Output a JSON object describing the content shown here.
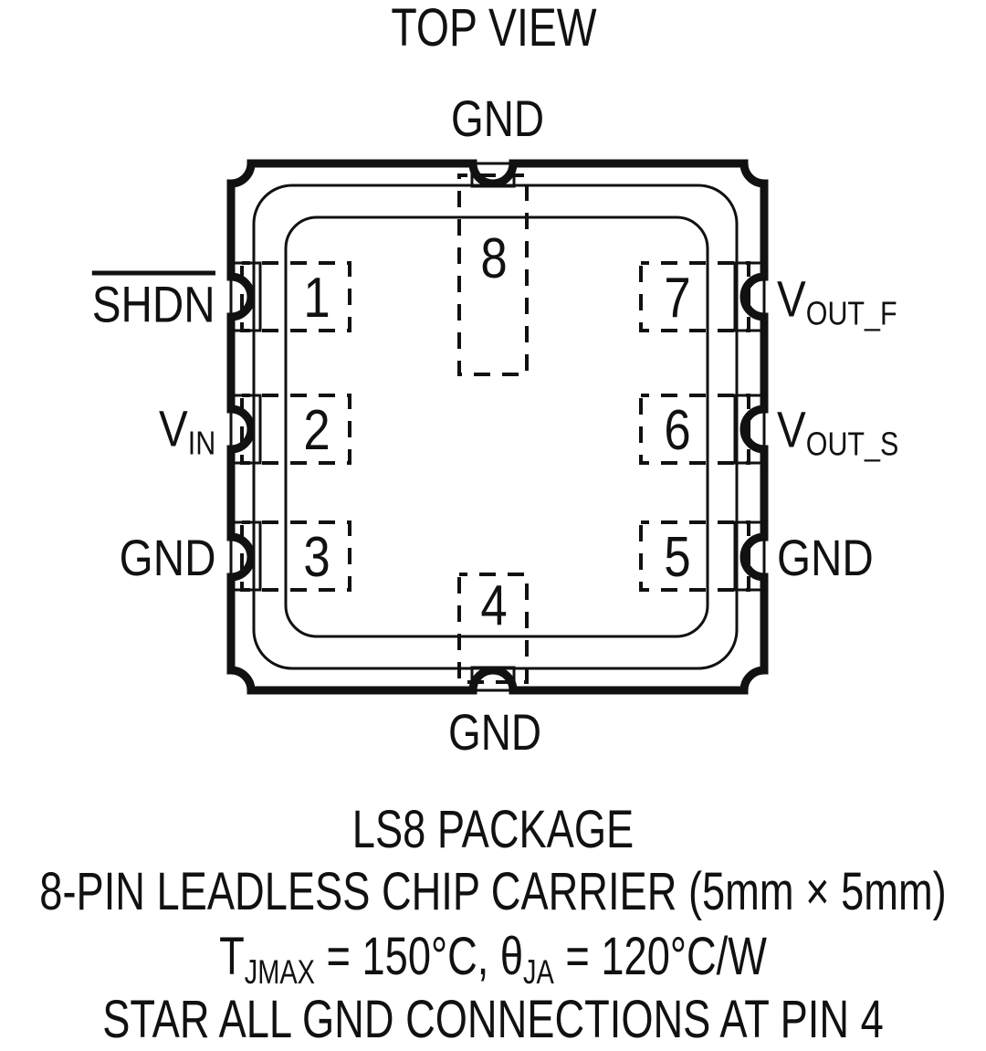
{
  "title": "TOP VIEW",
  "colors": {
    "ink": "#111111",
    "background": "#ffffff"
  },
  "package": {
    "type": "8-pin leadless chip carrier pinout, top view",
    "pins": {
      "pin1": {
        "num": "1",
        "label": "SHDN",
        "label_overline": true,
        "side": "left"
      },
      "pin2": {
        "num": "2",
        "label_main": "V",
        "label_sub": "IN",
        "side": "left"
      },
      "pin3": {
        "num": "3",
        "label": "GND",
        "side": "left"
      },
      "pin4": {
        "num": "4",
        "label": "GND",
        "side": "bottom"
      },
      "pin5": {
        "num": "5",
        "label": "GND",
        "side": "right"
      },
      "pin6": {
        "num": "6",
        "label_main": "V",
        "label_sub": "OUT_S",
        "side": "right"
      },
      "pin7": {
        "num": "7",
        "label_main": "V",
        "label_sub": "OUT_F",
        "side": "right"
      },
      "pin8": {
        "num": "8",
        "label": "GND",
        "side": "top"
      }
    }
  },
  "caption": {
    "line1": "LS8 PACKAGE",
    "line2": "8-PIN LEADLESS CHIP CARRIER (5mm × 5mm)",
    "line3": {
      "t1": "T",
      "s1": "JMAX",
      "t2": " = 150°C, ",
      "t3": "θ",
      "s2": "JA",
      "t4": " = 120°C/W"
    },
    "line4": "STAR ALL GND CONNECTIONS AT PIN 4"
  }
}
